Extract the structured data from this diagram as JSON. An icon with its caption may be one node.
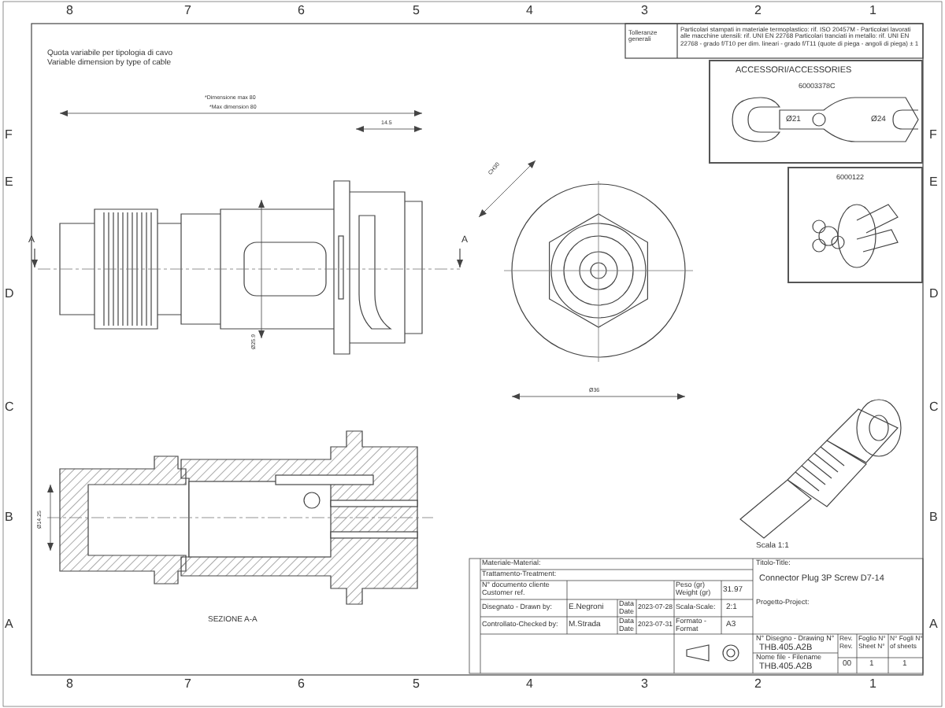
{
  "diagram": {
    "nodes": [
      {
        "text": [
          "ACCESSORI/ACCESSORIES",
          "60003378C"
        ]
      },
      {
        "text": [
          "6000122"
        ]
      }
    ],
    "labels": [
      "8",
      "7",
      "6",
      "5",
      "4",
      "3",
      "2",
      "1",
      "Tolleranze generali",
      "Particolari stampati in materiale termoplastico: rif. ISO 20457M - Particolari lavorati alle macchine utensili: rif. UNI EN 22768 Particolari tranciati in metallo: rif. UNI EN 22768 - grado f/T10 per dim. lineari - grado f/T11 (quote di piega - angoli di piega) ± 1",
      "Quota variabile per tipologia di cavo",
      "Variable dimension by type of cable",
      "F",
      "F",
      "*Dimensione max 80",
      "*Max dimension 80",
      "14.5",
      "CH30",
      "Ø21",
      "Ø24",
      "E",
      "E",
      "A",
      "A",
      "D",
      "D",
      "Ø25.9",
      "Ø36",
      "C",
      "C",
      "B",
      "B",
      "Ø14.25",
      "Scala 1:1",
      "SEZIONE A-A",
      "A",
      "A",
      "Materiale-Material:",
      "Titolo-Title:",
      "Trattamento-Treatment:",
      "Connector Plug 3P Screw D7-14",
      "N° documento cliente Customer ref.",
      "Peso (gr) Weight (gr)",
      "31.97",
      "Progetto-Project:",
      "Disegnato - Drawn by:",
      "E.Negroni",
      "Data Date",
      "2023-07-28",
      "Scala-Scale:",
      "2:1",
      "Controllato-Checked by:",
      "M.Strada",
      "Data Date",
      "2023-07-31",
      "Formato - Format",
      "A3",
      "N° Disegno - Drawing N°",
      "THB.405.A2B",
      "Rev. Rev.",
      "Foglio N° Sheet N°",
      "N° Fogli N° of sheets",
      "Nome file - Filename",
      "THB.405.A2B",
      "00",
      "1",
      "1",
      "8",
      "7",
      "6",
      "5",
      "4",
      "3",
      "2",
      "1"
    ]
  }
}
